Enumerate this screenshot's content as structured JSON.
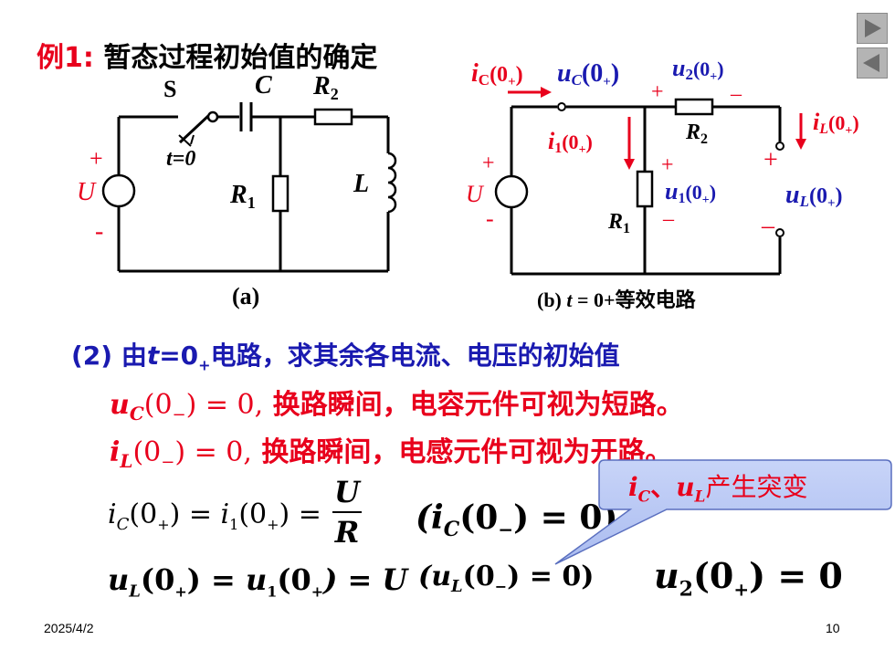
{
  "title": {
    "prefix": "例1:",
    "text": "暂态过程初始值的确定"
  },
  "nav": {
    "next_icon": "triangle-right",
    "prev_icon": "triangle-left"
  },
  "circuit_a": {
    "switch": "S",
    "time": "t=0",
    "capacitor": "C",
    "r2": "R",
    "r2_sub": "2",
    "r1": "R",
    "r1_sub": "1",
    "inductor": "L",
    "source": "U",
    "plus": "+",
    "minus": "-",
    "caption": "(a)"
  },
  "circuit_b": {
    "ic_label": "i",
    "ic_sub": "C",
    "ic_arg": "(0",
    "ic_argsub": "+",
    "ic_close": ")",
    "uc_label": "u",
    "uc_sub": "C",
    "uc_arg": "(0",
    "uc_argsub": "+",
    "uc_close": ")",
    "u2_label": "u",
    "u2_sub": "2",
    "u2_arg": "(0",
    "u2_argsub": "+",
    "u2_close": ")",
    "il_label": "i",
    "il_sub": "L",
    "il_arg": "(0",
    "il_argsub": "+",
    "il_close": ")",
    "i1_label": "i",
    "i1_sub": "1",
    "i1_arg": "(0",
    "i1_argsub": "+",
    "i1_close": ")",
    "u1_label": "u",
    "u1_sub": "1",
    "u1_arg": "(0",
    "u1_argsub": "+",
    "u1_close": ")",
    "ul_label": "u",
    "ul_sub": "L",
    "ul_arg": "(0",
    "ul_argsub": "+",
    "ul_close": ")",
    "r2": "R",
    "r2_sub": "2",
    "r1": "R",
    "r1_sub": "1",
    "source": "U",
    "plus": "+",
    "minus": "-",
    "dash": "–",
    "caption_b": "(b) ",
    "caption_t": "t",
    "caption_rest": " = 0+等效电路"
  },
  "content": {
    "line2_pre": "(2) 由",
    "line2_t": "t",
    "line2_eq": "=0",
    "line2_sub": "+",
    "line2_post": "电路，求其余各电流、电压的初始值",
    "uc_var": "u",
    "uc_sub": "C",
    "uc_arg": "(0",
    "uc_argsub": "−",
    "uc_val": ") = 0,",
    "uc_text": " 换路瞬间，电容元件可视为短路。",
    "il_var": "i",
    "il_sub": "L",
    "il_arg": "(0",
    "il_argsub": "−",
    "il_val": ") = 0,",
    "il_text": " 换路瞬间，电感元件可视为开路。"
  },
  "equations": {
    "eq1_left": "i",
    "eq1_lsub": "C",
    "eq1_mid": "(0",
    "eq1_msub": "+",
    "eq1_eq": ") = ",
    "eq1_i1": "i",
    "eq1_i1sub": "1",
    "eq1_i1arg": "(0",
    "eq1_i1argsub": "+",
    "eq1_i1close": ") = ",
    "eq1_num": "U",
    "eq1_den": "R",
    "eq1_paren": "(i",
    "eq1_paren_sub": "C",
    "eq1_paren_arg": "(0",
    "eq1_paren_argsub": "−",
    "eq1_paren_val": ") = 0)",
    "eq2_left": "u",
    "eq2_lsub": "L",
    "eq2_arg": "(0",
    "eq2_argsub": "+",
    "eq2_mid": ") = ",
    "eq2_u1": "u",
    "eq2_u1sub": "1",
    "eq2_u1arg": "(0",
    "eq2_u1argsub": "+",
    "eq2_tail": ") = U",
    "eq2_paren": "(u",
    "eq2_paren_sub": "L",
    "eq2_paren_arg": "(0",
    "eq2_paren_argsub": "−",
    "eq2_paren_val": ") = 0)",
    "eq3": "u",
    "eq3_sub": "2",
    "eq3_arg": "(0",
    "eq3_argsub": "+",
    "eq3_val": ") = 0"
  },
  "callout": {
    "ic": "i",
    "ic_sub": "C",
    "sep": "、",
    "ul": "u",
    "ul_sub": "L",
    "text": "产生突变"
  },
  "footer": {
    "date": "2025/4/2",
    "page": "10"
  }
}
